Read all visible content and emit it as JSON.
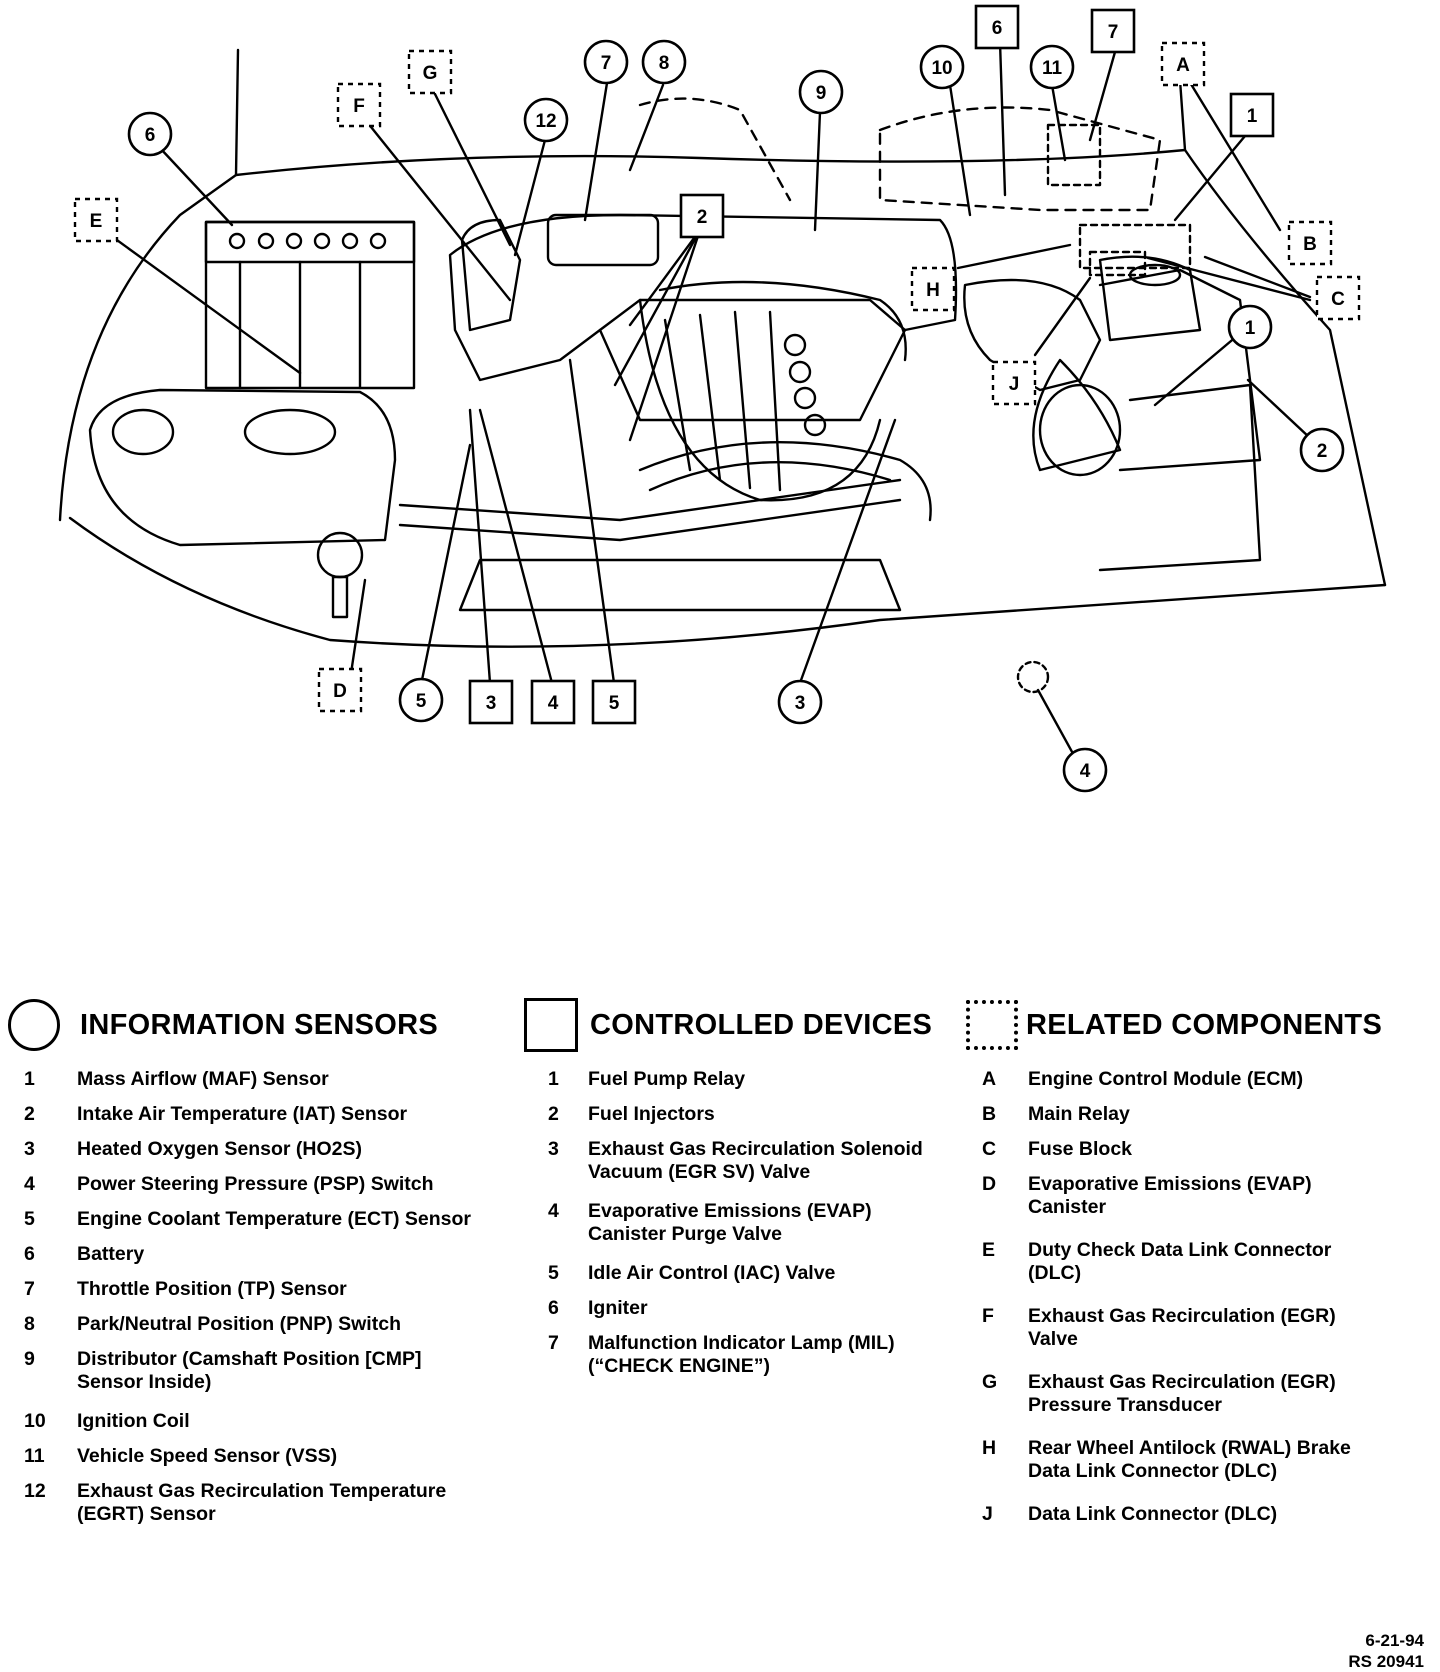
{
  "legend": {
    "sensors": {
      "title": "INFORMATION SENSORS",
      "items": [
        {
          "key": "1",
          "text": "Mass Airflow (MAF) Sensor"
        },
        {
          "key": "2",
          "text": "Intake Air Temperature (IAT) Sensor"
        },
        {
          "key": "3",
          "text": "Heated Oxygen Sensor (HO2S)"
        },
        {
          "key": "4",
          "text": "Power Steering Pressure (PSP) Switch"
        },
        {
          "key": "5",
          "text": "Engine Coolant Temperature (ECT) Sensor"
        },
        {
          "key": "6",
          "text": "Battery"
        },
        {
          "key": "7",
          "text": "Throttle Position (TP) Sensor"
        },
        {
          "key": "8",
          "text": "Park/Neutral Position (PNP) Switch"
        },
        {
          "key": "9",
          "text": "Distributor (Camshaft Position [CMP]\nSensor Inside)"
        },
        {
          "key": "10",
          "text": "Ignition Coil"
        },
        {
          "key": "11",
          "text": "Vehicle Speed Sensor (VSS)"
        },
        {
          "key": "12",
          "text": "Exhaust Gas Recirculation Temperature\n(EGRT) Sensor"
        }
      ]
    },
    "devices": {
      "title": "CONTROLLED DEVICES",
      "items": [
        {
          "key": "1",
          "text": "Fuel Pump Relay"
        },
        {
          "key": "2",
          "text": "Fuel Injectors"
        },
        {
          "key": "3",
          "text": "Exhaust Gas Recirculation Solenoid\nVacuum (EGR SV) Valve"
        },
        {
          "key": "4",
          "text": "Evaporative Emissions (EVAP)\nCanister Purge Valve"
        },
        {
          "key": "5",
          "text": "Idle Air Control (IAC) Valve"
        },
        {
          "key": "6",
          "text": "Igniter"
        },
        {
          "key": "7",
          "text": "Malfunction Indicator Lamp (MIL)\n(“CHECK ENGINE”)"
        }
      ]
    },
    "components": {
      "title": "RELATED COMPONENTS",
      "items": [
        {
          "key": "A",
          "text": "Engine Control Module (ECM)"
        },
        {
          "key": "B",
          "text": "Main Relay"
        },
        {
          "key": "C",
          "text": "Fuse Block"
        },
        {
          "key": "D",
          "text": "Evaporative Emissions (EVAP)\nCanister"
        },
        {
          "key": "E",
          "text": "Duty Check Data Link Connector\n(DLC)"
        },
        {
          "key": "F",
          "text": "Exhaust Gas Recirculation (EGR)\nValve"
        },
        {
          "key": "G",
          "text": "Exhaust Gas Recirculation (EGR)\nPressure Transducer"
        },
        {
          "key": "H",
          "text": "Rear Wheel Antilock (RWAL) Brake\nData Link Connector (DLC)"
        },
        {
          "key": "J",
          "text": "Data Link Connector (DLC)"
        }
      ]
    }
  },
  "callouts": [
    {
      "text": "6",
      "kind": "circle"
    },
    {
      "text": "E",
      "kind": "dashed"
    },
    {
      "text": "G",
      "kind": "dashed"
    },
    {
      "text": "F",
      "kind": "dashed"
    },
    {
      "text": "12",
      "kind": "circle"
    },
    {
      "text": "7",
      "kind": "circle"
    },
    {
      "text": "8",
      "kind": "circle"
    },
    {
      "text": "9",
      "kind": "circle"
    },
    {
      "text": "2",
      "kind": "box"
    },
    {
      "text": "10",
      "kind": "circle"
    },
    {
      "text": "6",
      "kind": "box"
    },
    {
      "text": "11",
      "kind": "circle"
    },
    {
      "text": "7",
      "kind": "box"
    },
    {
      "text": "A",
      "kind": "dashed"
    },
    {
      "text": "1",
      "kind": "box"
    },
    {
      "text": "B",
      "kind": "dashed"
    },
    {
      "text": "H",
      "kind": "dashed"
    },
    {
      "text": "C",
      "kind": "dashed"
    },
    {
      "text": "J",
      "kind": "dashed"
    },
    {
      "text": "1",
      "kind": "circle"
    },
    {
      "text": "2",
      "kind": "circle"
    },
    {
      "text": "D",
      "kind": "dashed"
    },
    {
      "text": "5",
      "kind": "circle"
    },
    {
      "text": "3",
      "kind": "box"
    },
    {
      "text": "4",
      "kind": "box"
    },
    {
      "text": "5",
      "kind": "box"
    },
    {
      "text": "3",
      "kind": "circle"
    },
    {
      "text": "4",
      "kind": "circle"
    }
  ],
  "stamp": {
    "date": "6-21-94",
    "ref": "RS 20941"
  }
}
